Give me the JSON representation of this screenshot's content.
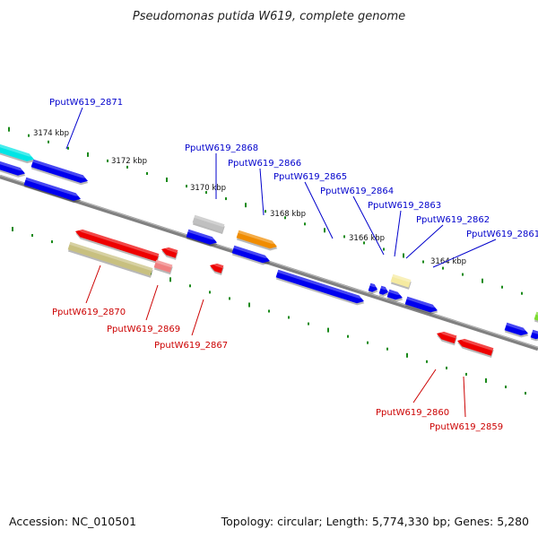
{
  "title": "Pseudomonas putida W619, complete genome",
  "footer": {
    "accession": "Accession: NC_010501",
    "summary": "Topology: circular; Length: 5,774,330 bp; Genes: 5,280"
  },
  "kbp_labels": [
    "3174 kbp",
    "3172 kbp",
    "3170 kbp",
    "3168 kbp",
    "3166 kbp",
    "3164 kbp"
  ],
  "gene_labels_top": [
    "PputW619_2871",
    "PputW619_2868",
    "PputW619_2866",
    "PputW619_2865",
    "PputW619_2864",
    "PputW619_2863",
    "PputW619_2862",
    "PputW619_2861"
  ],
  "gene_labels_bottom": [
    "PputW619_2870",
    "PputW619_2869",
    "PputW619_2867",
    "PputW619_2860",
    "PputW619_2859"
  ],
  "colors": {
    "forward_label": "#0000cc",
    "reverse_label": "#cc0000",
    "backbone": "#808080",
    "tick": "#1a8a1a",
    "cds_blue": "#0000ee",
    "cds_red": "#ee0000",
    "cds_cyan": "#00e5e5",
    "cds_olive": "#c8c080",
    "cds_gray": "#c0c0c0",
    "cds_orange": "#f08c00",
    "cds_pale_yellow": "#f5eaa0",
    "cds_pink": "#f08080",
    "cds_green": "#7ddc30"
  }
}
